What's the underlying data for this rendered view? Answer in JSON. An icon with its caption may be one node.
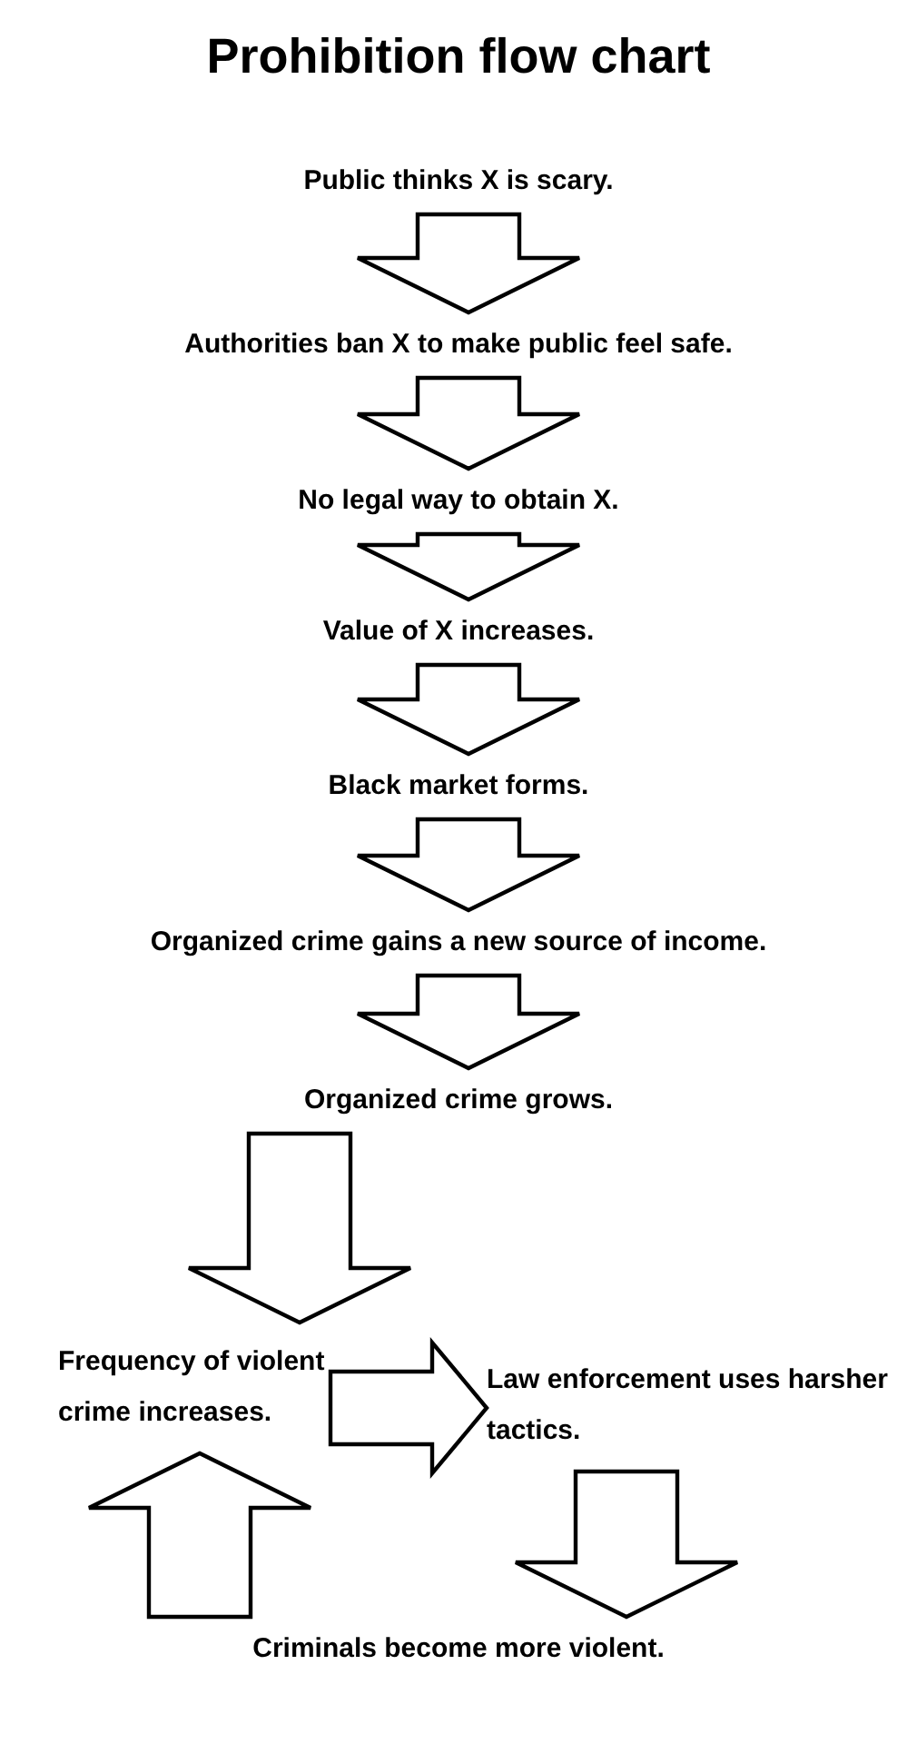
{
  "diagram": {
    "title": "Prohibition flow chart",
    "nodes": [
      {
        "text": [
          "Public thinks X is scary."
        ]
      },
      {
        "text": [
          "Authorities ban X to make public feel safe."
        ]
      },
      {
        "text": [
          "No legal way to obtain X."
        ]
      },
      {
        "text": [
          "Value of X increases."
        ]
      },
      {
        "text": [
          "Black market forms."
        ]
      },
      {
        "text": [
          "Organized crime gains a new source of income."
        ]
      },
      {
        "text": [
          "Organized crime grows."
        ]
      },
      {
        "text": [
          "Frequency of violent crime increases."
        ]
      },
      {
        "text": [
          "Law enforcement uses harsher tactics."
        ]
      },
      {
        "text": [
          "Criminals become more violent."
        ]
      }
    ],
    "edges": [
      {
        "from": 0,
        "to": 1,
        "arrow": "to"
      },
      {
        "from": 1,
        "to": 2,
        "arrow": "to"
      },
      {
        "from": 2,
        "to": 3,
        "arrow": "to"
      },
      {
        "from": 3,
        "to": 4,
        "arrow": "to"
      },
      {
        "from": 4,
        "to": 5,
        "arrow": "to"
      },
      {
        "from": 5,
        "to": 6,
        "arrow": "to"
      },
      {
        "from": 6,
        "to": 7,
        "arrow": "to"
      },
      {
        "from": 7,
        "to": 8,
        "arrow": "to"
      },
      {
        "from": 8,
        "to": 9,
        "arrow": "to"
      },
      {
        "from": 9,
        "to": 7,
        "arrow": "to"
      }
    ]
  }
}
